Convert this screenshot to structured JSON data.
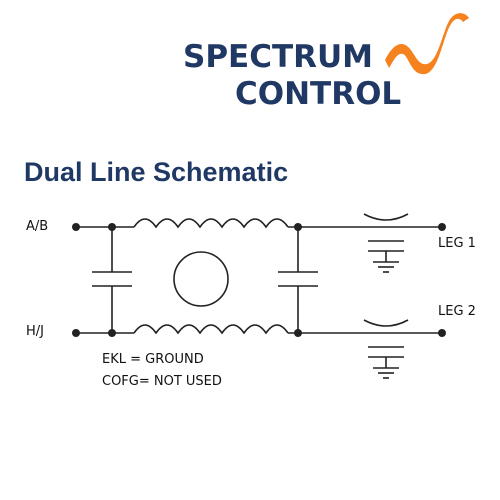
{
  "logo": {
    "line1": "SPECTRUM",
    "line2": "CONTROL",
    "colors": {
      "text": "#1f3864",
      "wave": "#f5821f"
    }
  },
  "title": "Dual Line Schematic",
  "schematic": {
    "terminals": {
      "top_left": "A/B",
      "bottom_left": "H/J"
    },
    "legs": {
      "top": "LEG 1",
      "bottom": "LEG 2"
    },
    "notes": [
      "EKL = GROUND",
      "COFG= NOT USED"
    ]
  }
}
